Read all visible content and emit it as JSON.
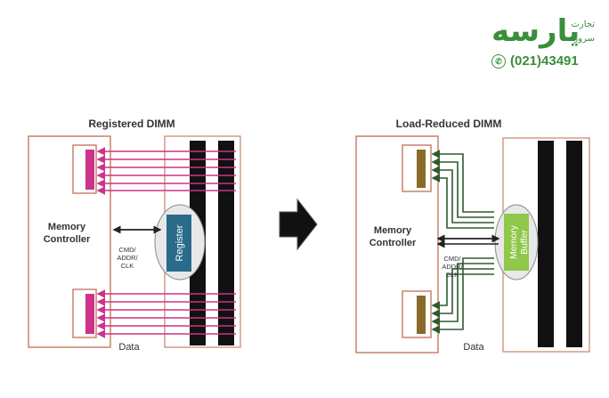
{
  "logo": {
    "name": "یارسه",
    "line1": "تجارت",
    "line2": "سرور",
    "phone": "(021)43491",
    "brand_color": "#3a8f3a"
  },
  "left_diagram": {
    "title": "Registered DIMM",
    "controller_line1": "Memory",
    "controller_line2": "Controller",
    "chip_label": "Register",
    "cmd_lines": [
      "CMD/",
      "ADDR/",
      "CLK"
    ],
    "data_label": "Data"
  },
  "right_diagram": {
    "title": "Load-Reduced DIMM",
    "controller_line1": "Memory",
    "controller_line2": "Controller",
    "chip_label_line1": "Memory",
    "chip_label_line2": "Buffer",
    "cmd_lines": [
      "CMD/",
      "ADDR/",
      "CLK"
    ],
    "data_label": "Data"
  },
  "colors": {
    "controller_border": "#c8826a",
    "data_lines_left": "#cc3388",
    "data_lines_right": "#2e5a2e",
    "register_fill": "#2a6a8a",
    "buffer_fill": "#8fc84a",
    "dram": "#111111",
    "arrow": "#222222"
  }
}
